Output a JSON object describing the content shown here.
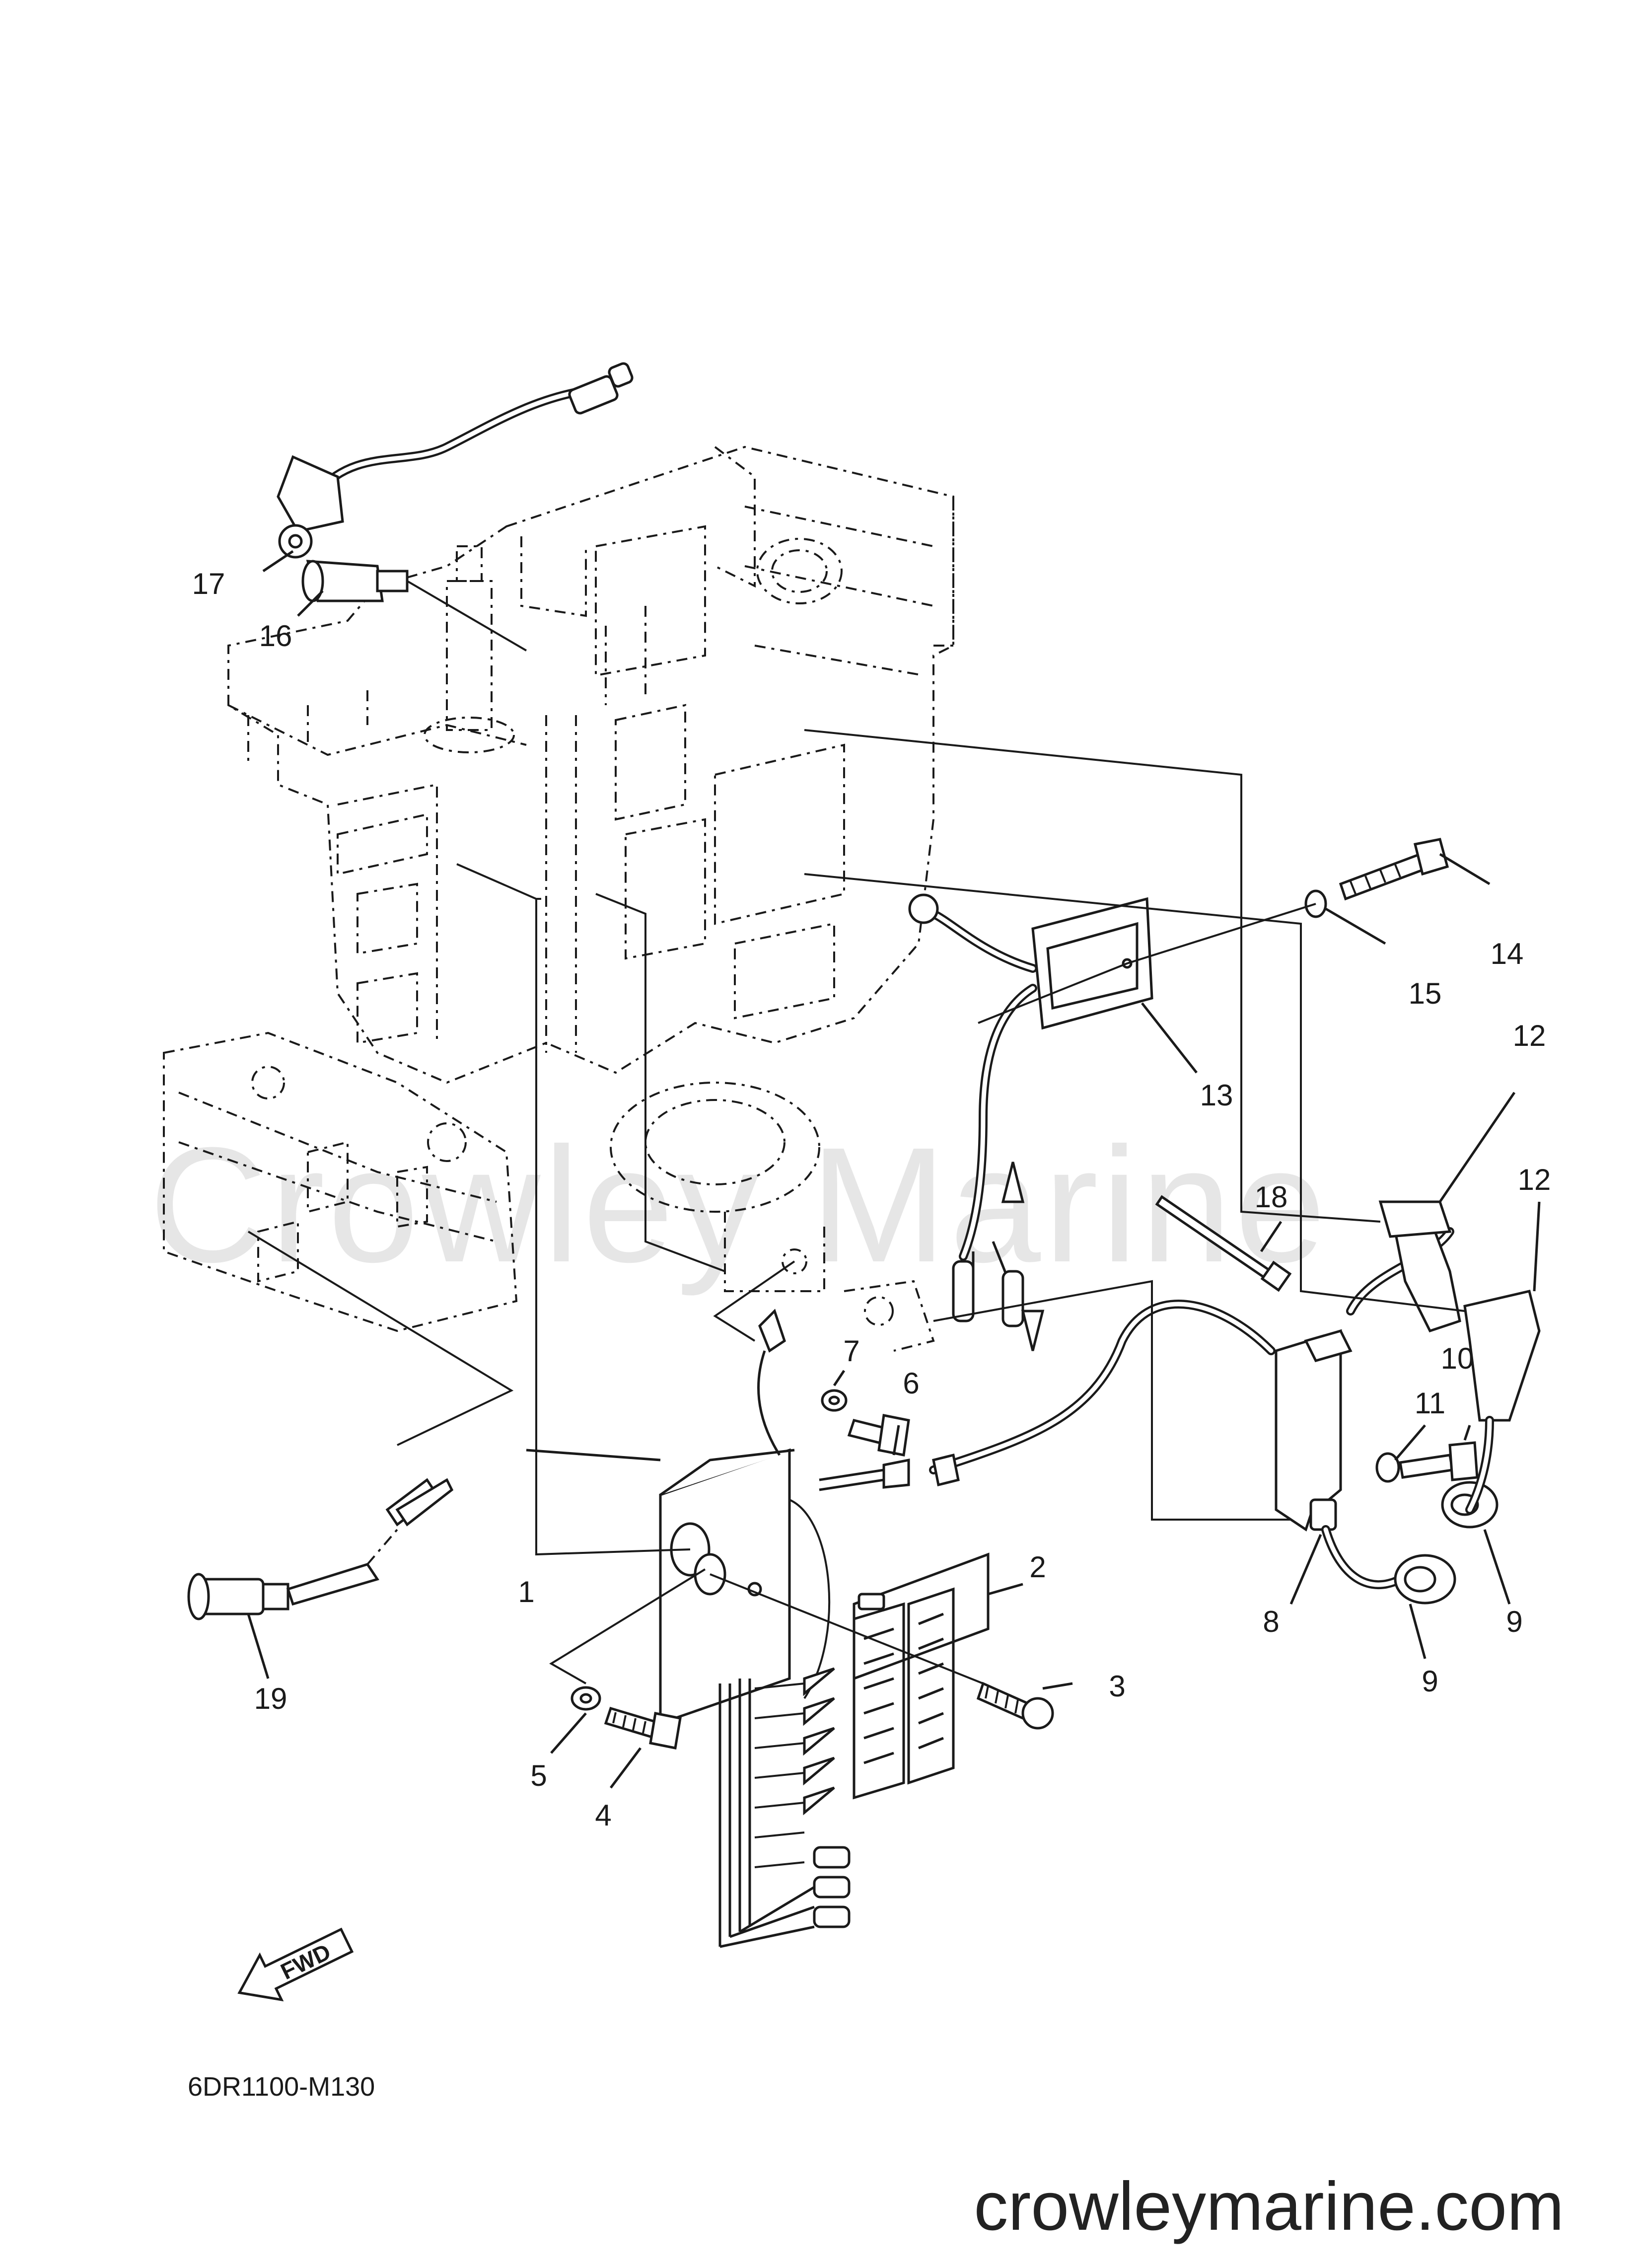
{
  "diagram": {
    "watermark": "Crowley Marine",
    "footer_code": "6DR1100-M130",
    "site_url": "crowleymarine.com",
    "fwd_label": "FWD",
    "callouts": [
      {
        "id": "c1",
        "text": "1"
      },
      {
        "id": "c2",
        "text": "2"
      },
      {
        "id": "c3",
        "text": "3"
      },
      {
        "id": "c4",
        "text": "4"
      },
      {
        "id": "c5",
        "text": "5"
      },
      {
        "id": "c6",
        "text": "6"
      },
      {
        "id": "c7",
        "text": "7"
      },
      {
        "id": "c8",
        "text": "8"
      },
      {
        "id": "c9a",
        "text": "9"
      },
      {
        "id": "c9b",
        "text": "9"
      },
      {
        "id": "c10",
        "text": "10"
      },
      {
        "id": "c11",
        "text": "11"
      },
      {
        "id": "c12a",
        "text": "12"
      },
      {
        "id": "c12b",
        "text": "12"
      },
      {
        "id": "c13",
        "text": "13"
      },
      {
        "id": "c14",
        "text": "14"
      },
      {
        "id": "c15",
        "text": "15"
      },
      {
        "id": "c16",
        "text": "16"
      },
      {
        "id": "c17",
        "text": "17"
      },
      {
        "id": "c18",
        "text": "18"
      },
      {
        "id": "c19",
        "text": "19"
      }
    ]
  }
}
